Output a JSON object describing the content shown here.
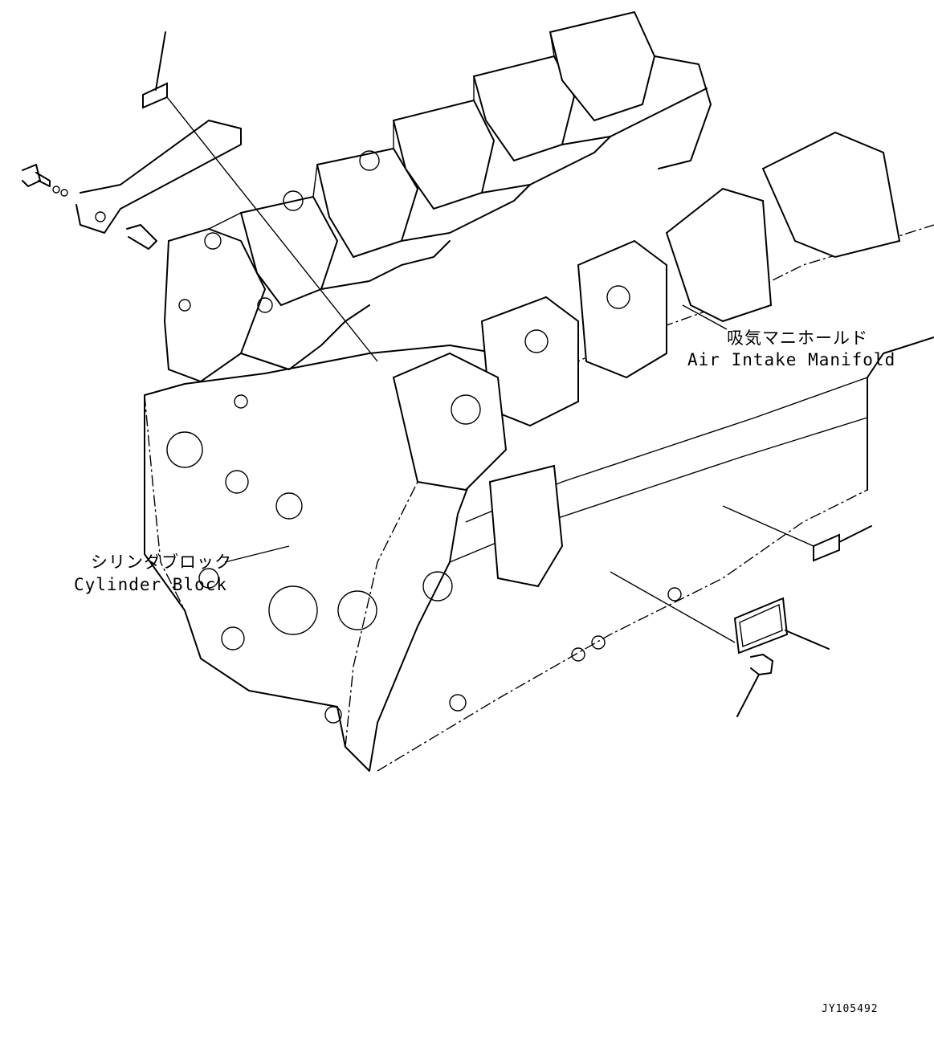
{
  "labels": {
    "manifold_jp": "吸気マニホールド",
    "manifold_en": "Air Intake Manifold",
    "block_jp": "シリンダブロック",
    "block_en": "Cylinder Block"
  },
  "drawing_id": "JY105492"
}
